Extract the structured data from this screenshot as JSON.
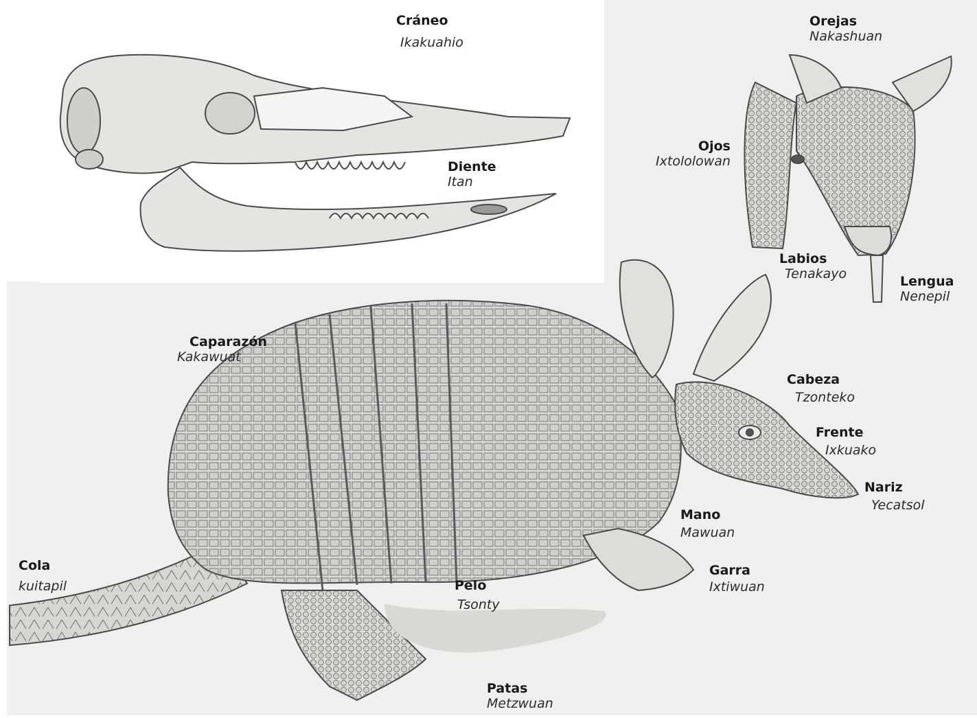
{
  "labels": {
    "craneo": {
      "es": "Cráneo",
      "nah": "Ikakuahio"
    },
    "diente": {
      "es": "Diente",
      "nah": "Itan"
    },
    "orejas": {
      "es": "Orejas",
      "nah": "Nakashuan"
    },
    "ojos": {
      "es": "Ojos",
      "nah": "Ixtololowan"
    },
    "labios": {
      "es": "Labios",
      "nah": "Tenakayo"
    },
    "lengua": {
      "es": "Lengua",
      "nah": "Nenepil"
    },
    "caparazon": {
      "es": "Caparazón",
      "nah": "Kakawuat"
    },
    "cabeza": {
      "es": "Cabeza",
      "nah": "Tzonteko"
    },
    "frente": {
      "es": "Frente",
      "nah": "Ixkuako"
    },
    "nariz": {
      "es": "Nariz",
      "nah": "Yecatsol"
    },
    "mano": {
      "es": "Mano",
      "nah": "Mawuan"
    },
    "garra": {
      "es": "Garra",
      "nah": "Ixtiwuan"
    },
    "cola": {
      "es": "Cola",
      "nah": "kuitapil"
    },
    "pelo": {
      "es": "Pelo",
      "nah": "Tsonty"
    },
    "patas": {
      "es": "Patas",
      "nah": "Metzwuan"
    }
  },
  "colors": {
    "paper": "#f1f1ef",
    "pencil": "#4a4a4a",
    "shade": "#a9a9a6"
  }
}
